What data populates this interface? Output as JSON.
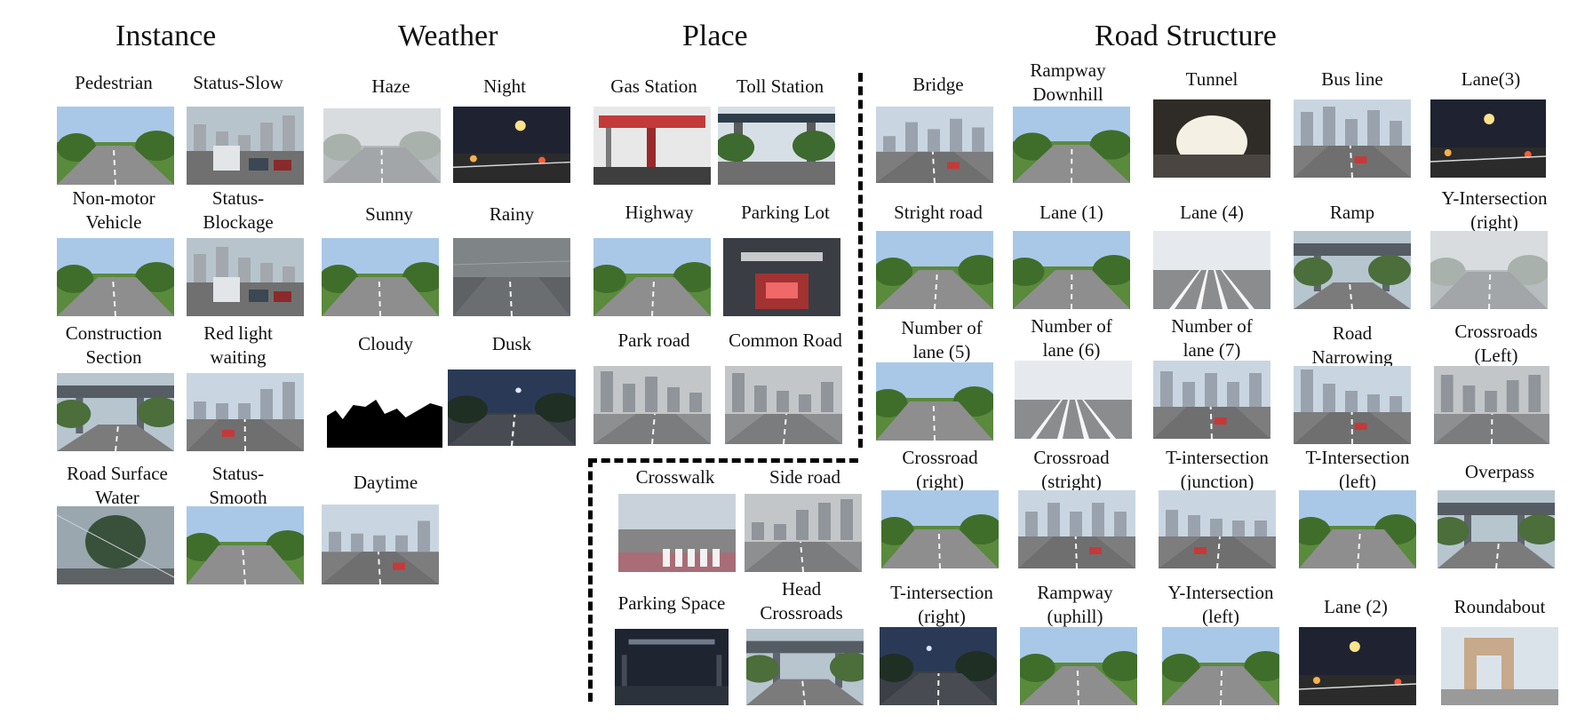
{
  "sections": {
    "instance": "Instance",
    "weather": "Weather",
    "place": "Place",
    "road_structure": "Road Structure"
  },
  "cells": [
    {
      "key": "pedestrian",
      "label": "Pedestrian",
      "scene": "road"
    },
    {
      "key": "status_slow",
      "label": "Status-Slow",
      "scene": "traffic"
    },
    {
      "key": "non_motor",
      "label": "Non-motor\nVehicle",
      "scene": "road"
    },
    {
      "key": "status_blockage",
      "label": "Status-\nBlockage",
      "scene": "traffic"
    },
    {
      "key": "construction",
      "label": "Construction\nSection",
      "scene": "overpass"
    },
    {
      "key": "red_light",
      "label": "Red light\nwaiting",
      "scene": "city"
    },
    {
      "key": "road_water",
      "label": "Road Surface\nWater",
      "scene": "wet"
    },
    {
      "key": "status_smooth",
      "label": "Status-\nSmooth",
      "scene": "road"
    },
    {
      "key": "haze",
      "label": "Haze",
      "scene": "haze"
    },
    {
      "key": "night",
      "label": "Night",
      "scene": "night"
    },
    {
      "key": "sunny",
      "label": "Sunny",
      "scene": "road"
    },
    {
      "key": "rainy",
      "label": "Rainy",
      "scene": "rain"
    },
    {
      "key": "cloudy",
      "label": "Cloudy",
      "scene": "silhouette"
    },
    {
      "key": "dusk",
      "label": "Dusk",
      "scene": "dusk"
    },
    {
      "key": "daytime",
      "label": "Daytime",
      "scene": "city"
    },
    {
      "key": "gas_station",
      "label": "Gas Station",
      "scene": "gas"
    },
    {
      "key": "toll_station",
      "label": "Toll Station",
      "scene": "toll"
    },
    {
      "key": "highway",
      "label": "Highway",
      "scene": "road"
    },
    {
      "key": "parking_lot",
      "label": "Parking Lot",
      "scene": "garage"
    },
    {
      "key": "park_road",
      "label": "Park road",
      "scene": "gray"
    },
    {
      "key": "common_road",
      "label": "Common Road",
      "scene": "gray"
    },
    {
      "key": "crosswalk",
      "label": "Crosswalk",
      "scene": "crosswalk"
    },
    {
      "key": "side_road",
      "label": "Side road",
      "scene": "gray"
    },
    {
      "key": "parking_space",
      "label": "Parking Space",
      "scene": "garage_dark"
    },
    {
      "key": "head_crossroads",
      "label": "Head\nCrossroads",
      "scene": "overpass"
    },
    {
      "key": "bridge",
      "label": "Bridge",
      "scene": "city"
    },
    {
      "key": "rampway_downhill",
      "label": "Rampway\nDownhill",
      "scene": "road"
    },
    {
      "key": "tunnel",
      "label": "Tunnel",
      "scene": "tunnel"
    },
    {
      "key": "bus_line",
      "label": "Bus  line",
      "scene": "city"
    },
    {
      "key": "lane3",
      "label": "Lane(3)",
      "scene": "night"
    },
    {
      "key": "stright_road",
      "label": "Stright road",
      "scene": "road"
    },
    {
      "key": "lane1",
      "label": "Lane   (1)",
      "scene": "road"
    },
    {
      "key": "lane4",
      "label": "Lane   (4)",
      "scene": "lanes"
    },
    {
      "key": "ramp",
      "label": "Ramp",
      "scene": "overpass"
    },
    {
      "key": "y_int_right",
      "label": "Y-Intersection\n(right)",
      "scene": "haze"
    },
    {
      "key": "num_lane5",
      "label": "Number of\nlane (5)",
      "scene": "road"
    },
    {
      "key": "num_lane6",
      "label": "Number of\nlane (6)",
      "scene": "lanes"
    },
    {
      "key": "num_lane7",
      "label": "Number of\nlane (7)",
      "scene": "city"
    },
    {
      "key": "road_narrowing",
      "label": "Road\nNarrowing",
      "scene": "city"
    },
    {
      "key": "crossroads_left",
      "label": "Crossroads\n(Left)",
      "scene": "gray"
    },
    {
      "key": "crossroad_right",
      "label": "Crossroad\n(right)",
      "scene": "road"
    },
    {
      "key": "crossroad_stright",
      "label": "Crossroad\n(stright)",
      "scene": "city"
    },
    {
      "key": "t_junction",
      "label": "T-intersection\n(junction)",
      "scene": "city"
    },
    {
      "key": "t_left",
      "label": "T-Intersection\n(left)",
      "scene": "road"
    },
    {
      "key": "overpass",
      "label": "Overpass",
      "scene": "overpass"
    },
    {
      "key": "t_right",
      "label": "T-intersection\n(right)",
      "scene": "dusk"
    },
    {
      "key": "rampway_uphill",
      "label": "Rampway\n(uphill)",
      "scene": "road"
    },
    {
      "key": "y_int_left",
      "label": "Y-Intersection\n(left)",
      "scene": "road"
    },
    {
      "key": "lane2",
      "label": "Lane (2)",
      "scene": "night"
    },
    {
      "key": "roundabout",
      "label": "Roundabout",
      "scene": "arch"
    }
  ]
}
